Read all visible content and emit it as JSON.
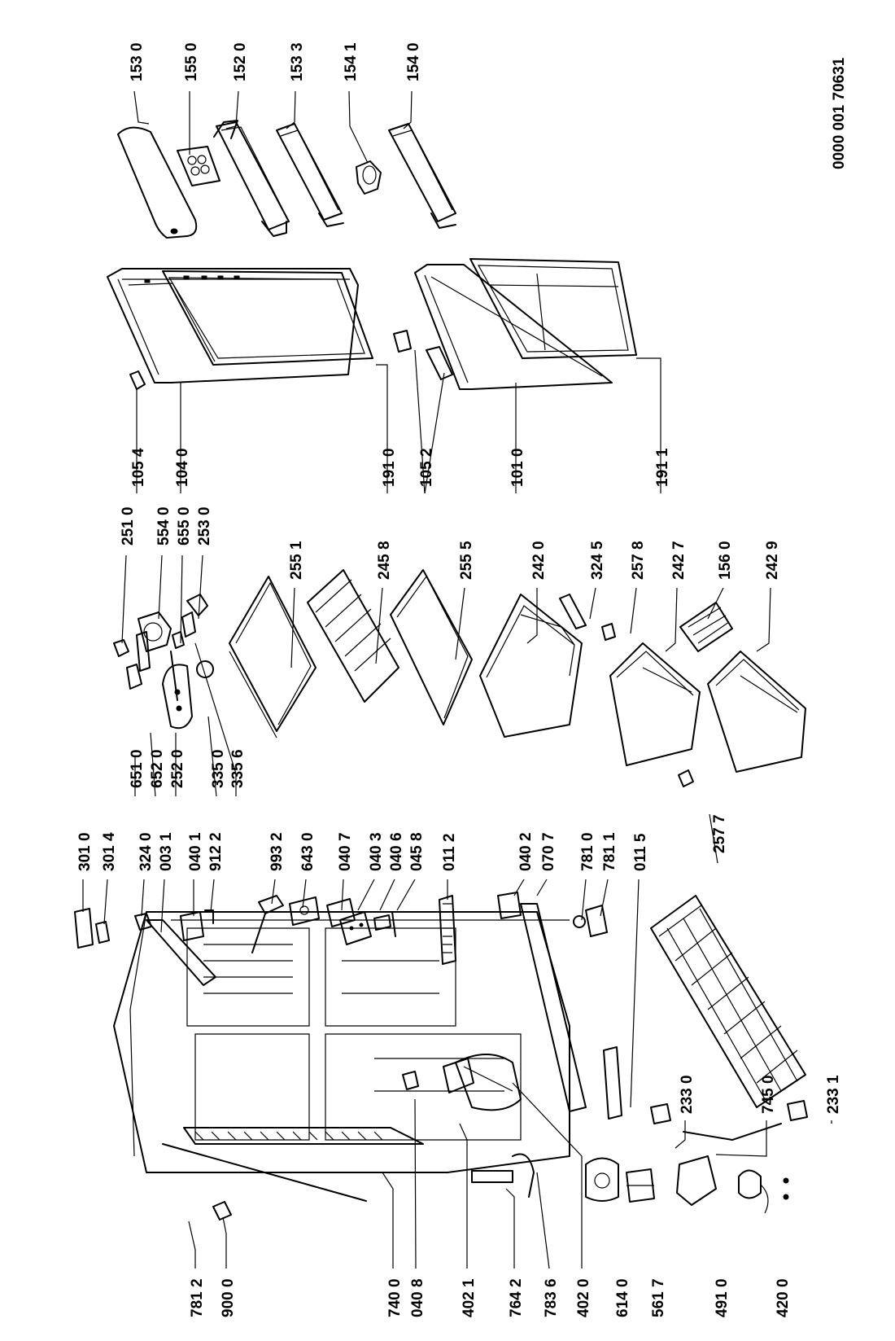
{
  "doc_number": "0000 001 70631",
  "labels": {
    "p1530": "153 0",
    "p1550": "155 0",
    "p1520": "152 0",
    "p1533": "153 3",
    "p1541": "154 1",
    "p1540": "154 0",
    "p1054": "105 4",
    "p1040": "104 0",
    "p1910": "191 0",
    "p1052": "105 2",
    "p1010": "101 0",
    "p1911": "191 1",
    "p2510": "251 0",
    "p5540": "554 0",
    "p6550": "655 0",
    "p2530": "253 0",
    "p2551": "255 1",
    "p2458": "245 8",
    "p2555": "255 5",
    "p2420": "242 0",
    "p3245": "324 5",
    "p2578": "257 8",
    "p2427": "242 7",
    "p1560": "156 0",
    "p2429": "242 9",
    "p6510": "651 0",
    "p6520": "652 0",
    "p2520": "252 0",
    "p3350": "335 0",
    "p3356": "335 6",
    "p2577": "257 7",
    "p3010": "301 0",
    "p3014": "301 4",
    "p3240": "324 0",
    "p0031": "003 1",
    "p0401": "040 1",
    "p9122": "912 2",
    "p9932": "993 2",
    "p6430": "643 0",
    "p0407": "040 7",
    "p0403": "040 3",
    "p0406": "040 6",
    "p0458": "045 8",
    "p0112": "011 2",
    "p0402": "040 2",
    "p0707": "070 7",
    "p7810": "781 0",
    "p7811": "781 1",
    "p0115": "011 5",
    "p2330": "233 0",
    "p7450": "745 0",
    "p2331": "233 1",
    "p7812": "781 2",
    "p9000": "900 0",
    "p7400": "740 0",
    "p0408": "040 8",
    "p4021": "402 1",
    "p7642": "764 2",
    "p7836": "783 6",
    "p4020": "402 0",
    "p6140": "614 0",
    "p5617": "561 7",
    "p4910": "491 0",
    "p4200": "420 0"
  }
}
